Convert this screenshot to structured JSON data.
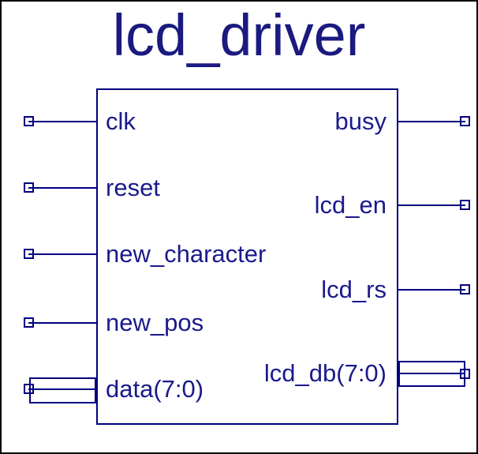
{
  "diagram": {
    "title": "lcd_driver",
    "module": {
      "inputs": [
        {
          "label": "clk",
          "kind": "wire"
        },
        {
          "label": "reset",
          "kind": "wire"
        },
        {
          "label": "new_character",
          "kind": "wire"
        },
        {
          "label": "new_pos",
          "kind": "wire"
        },
        {
          "label": "data(7:0)",
          "kind": "bus"
        }
      ],
      "outputs": [
        {
          "label": "busy",
          "kind": "wire"
        },
        {
          "label": "lcd_en",
          "kind": "wire"
        },
        {
          "label": "lcd_rs",
          "kind": "wire"
        },
        {
          "label": "lcd_db(7:0)",
          "kind": "bus"
        }
      ]
    },
    "colors": {
      "line": "#000080",
      "text": "#1a1a8c",
      "title_text": "#1a1a80",
      "frame": "#000000",
      "background": "#ffffff"
    }
  }
}
